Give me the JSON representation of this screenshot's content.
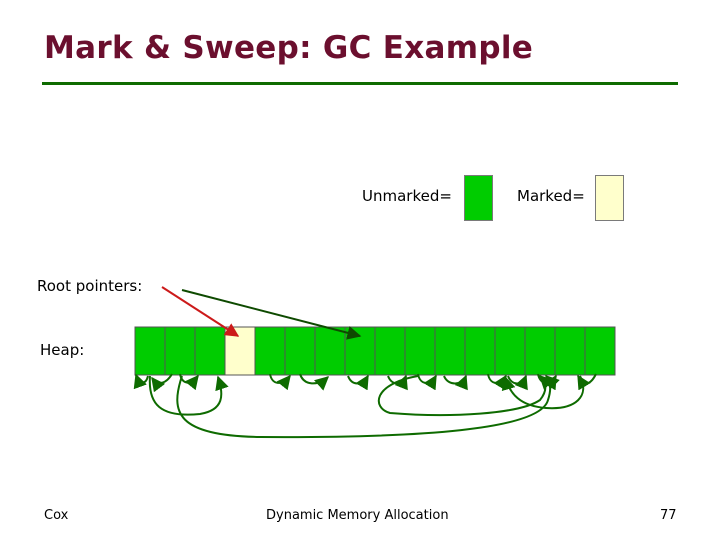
{
  "slide": {
    "title": "Mark & Sweep: GC Example",
    "legend": {
      "unmarked_label": "Unmarked=",
      "marked_label": "Marked=",
      "unmarked_color": "#00cc00",
      "marked_color": "#ffffcc"
    },
    "root_label": "Root pointers:",
    "heap_label": "Heap:",
    "heap_blocks": [
      "unmarked",
      "unmarked",
      "unmarked",
      "marked",
      "unmarked",
      "unmarked",
      "unmarked",
      "unmarked",
      "unmarked",
      "unmarked",
      "unmarked",
      "unmarked",
      "unmarked",
      "unmarked",
      "unmarked",
      "unmarked"
    ],
    "footer": {
      "author": "Cox",
      "course": "Dynamic Memory Allocation",
      "page": "77"
    },
    "colors": {
      "title": "#6b0f2e",
      "rule": "#0e6b00",
      "pointer_arrow": "#0e6b00",
      "root_arrow_marked": "#cc1a1a",
      "root_arrow_other": "#0e4a00"
    }
  }
}
